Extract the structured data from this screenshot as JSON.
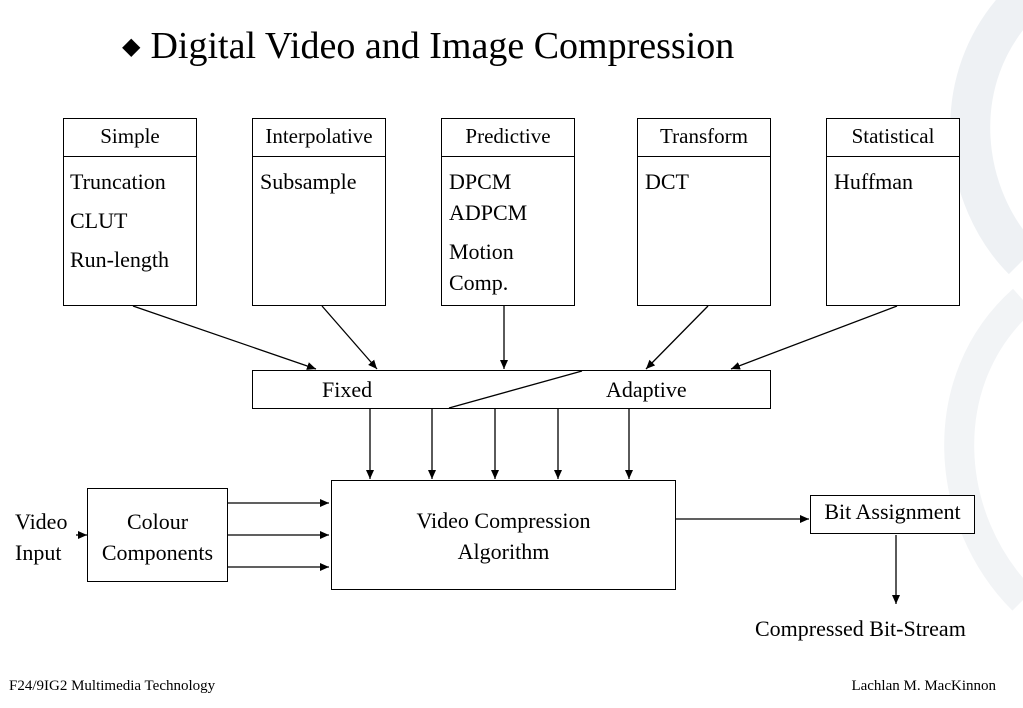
{
  "title": "Digital Video and Image Compression",
  "title_bullet": "◆",
  "categories": [
    {
      "name": "Simple",
      "items": [
        "Truncation",
        "CLUT",
        "Run-length"
      ]
    },
    {
      "name": "Interpolative",
      "items": [
        "Subsample"
      ]
    },
    {
      "name": "Predictive",
      "items": [
        "DPCM",
        "ADPCM",
        "Motion",
        "Comp."
      ]
    },
    {
      "name": "Transform",
      "items": [
        "DCT"
      ]
    },
    {
      "name": "Statistical",
      "items": [
        "Huffman"
      ]
    }
  ],
  "mode_box": {
    "fixed": "Fixed",
    "adaptive": "Adaptive"
  },
  "input_label": {
    "line1": "Video",
    "line2": "Input"
  },
  "colour_box": {
    "line1": "Colour",
    "line2": "Components"
  },
  "algorithm_box": {
    "line1": "Video Compression",
    "line2": "Algorithm"
  },
  "bit_assignment": "Bit Assignment",
  "output_label": "Compressed Bit-Stream",
  "footer": {
    "left": "F24/9IG2 Multimedia Technology",
    "right": "Lachlan M. MacKinnon"
  }
}
